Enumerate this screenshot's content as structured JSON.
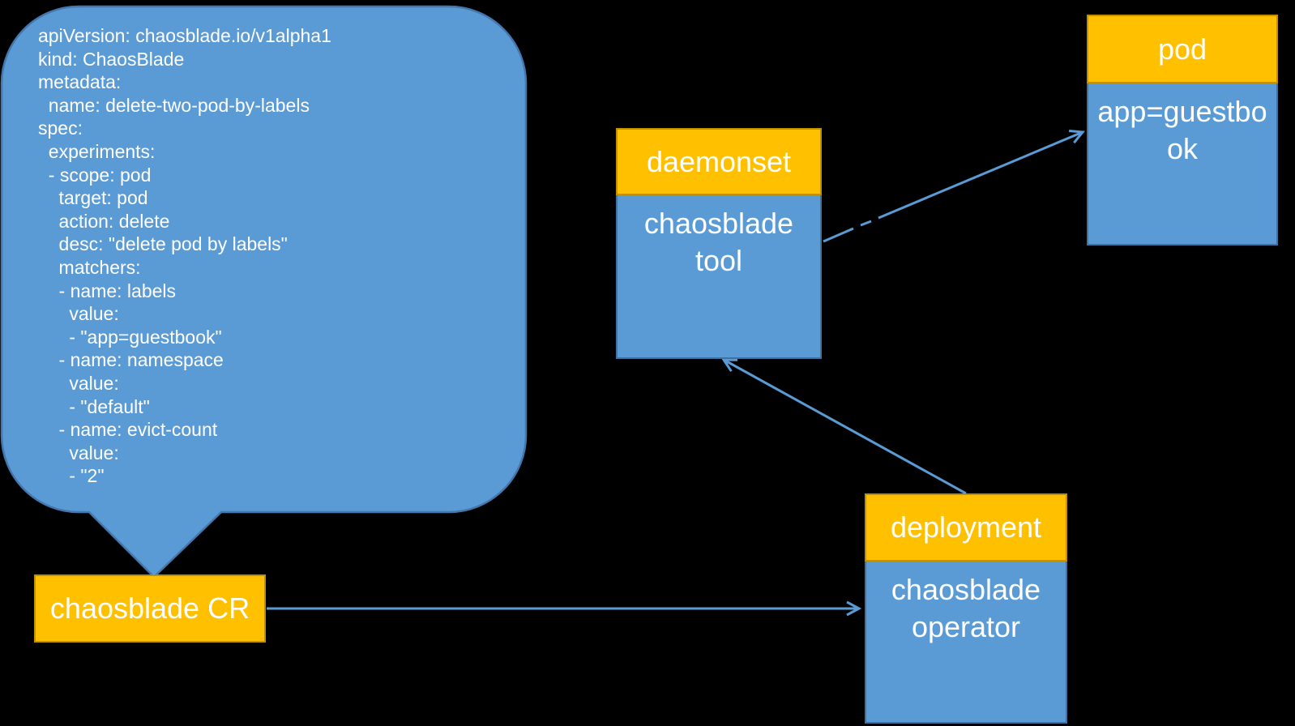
{
  "colors": {
    "background": "#000000",
    "box_blue": "#5b9bd5",
    "box_blue_border": "#41719c",
    "box_orange": "#ffc000",
    "box_orange_border": "#bf9000",
    "bubble_fill": "#5b9bd5",
    "bubble_border": "#4377ad",
    "arrow": "#5b9bd5",
    "text_light": "#ffffff"
  },
  "bubble": {
    "yaml": "apiVersion: chaosblade.io/v1alpha1\nkind: ChaosBlade\nmetadata:\n  name: delete-two-pod-by-labels\nspec:\n  experiments:\n  - scope: pod\n    target: pod\n    action: delete\n    desc: \"delete pod by labels\"\n    matchers:\n    - name: labels\n      value:\n      - \"app=guestbook\"\n    - name: namespace\n      value:\n      - \"default\"\n    - name: evict-count\n      value:\n      - \"2\""
  },
  "nodes": {
    "daemonset": {
      "header": "daemonset",
      "body": "chaosblade tool"
    },
    "pod": {
      "header": "pod",
      "body": "app=guestbook"
    },
    "deployment": {
      "header": "deployment",
      "body": "chaosblade operator"
    },
    "cr": {
      "label": "chaosblade CR"
    }
  },
  "edges": [
    {
      "from": "chaosblade CR",
      "to": "deployment / chaosblade operator"
    },
    {
      "from": "deployment / chaosblade operator",
      "to": "daemonset / chaosblade tool"
    },
    {
      "from": "daemonset / chaosblade tool",
      "to": "pod / app=guestbook"
    }
  ]
}
